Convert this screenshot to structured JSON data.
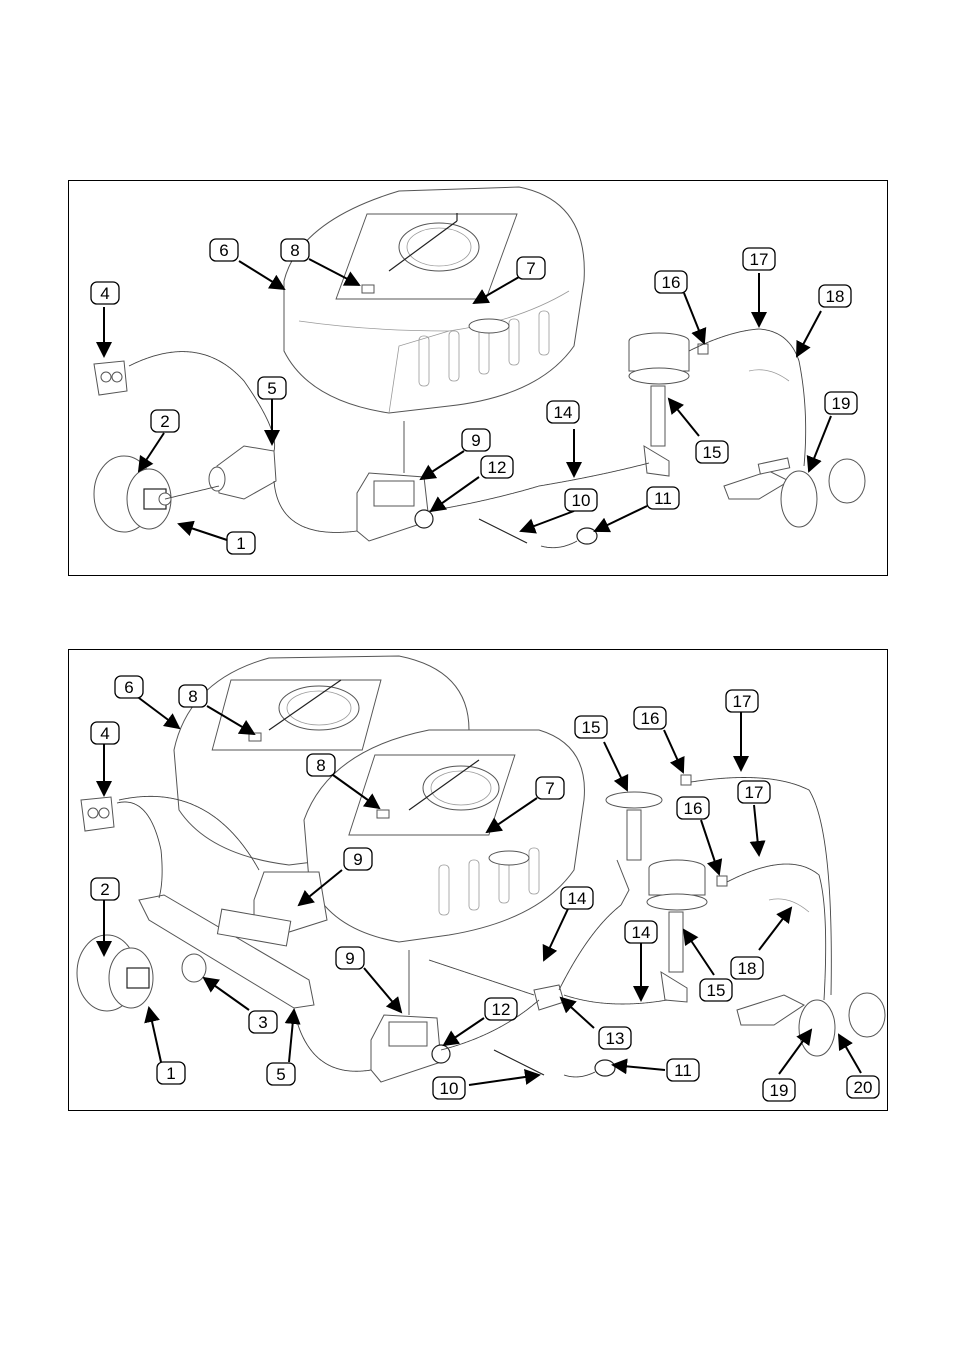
{
  "figures": [
    {
      "callouts": [
        "1",
        "2",
        "4",
        "5",
        "6",
        "7",
        "8",
        "9",
        "10",
        "11",
        "12",
        "14",
        "15",
        "16",
        "17",
        "18",
        "19"
      ]
    },
    {
      "callouts": [
        "1",
        "2",
        "3",
        "4",
        "5",
        "6",
        "7",
        "8",
        "8",
        "9",
        "9",
        "10",
        "11",
        "12",
        "13",
        "14",
        "14",
        "15",
        "15",
        "16",
        "16",
        "17",
        "17",
        "18",
        "19",
        "20"
      ]
    }
  ],
  "colors": {
    "line": "#000000",
    "drawing": "#555555",
    "background": "#ffffff"
  }
}
